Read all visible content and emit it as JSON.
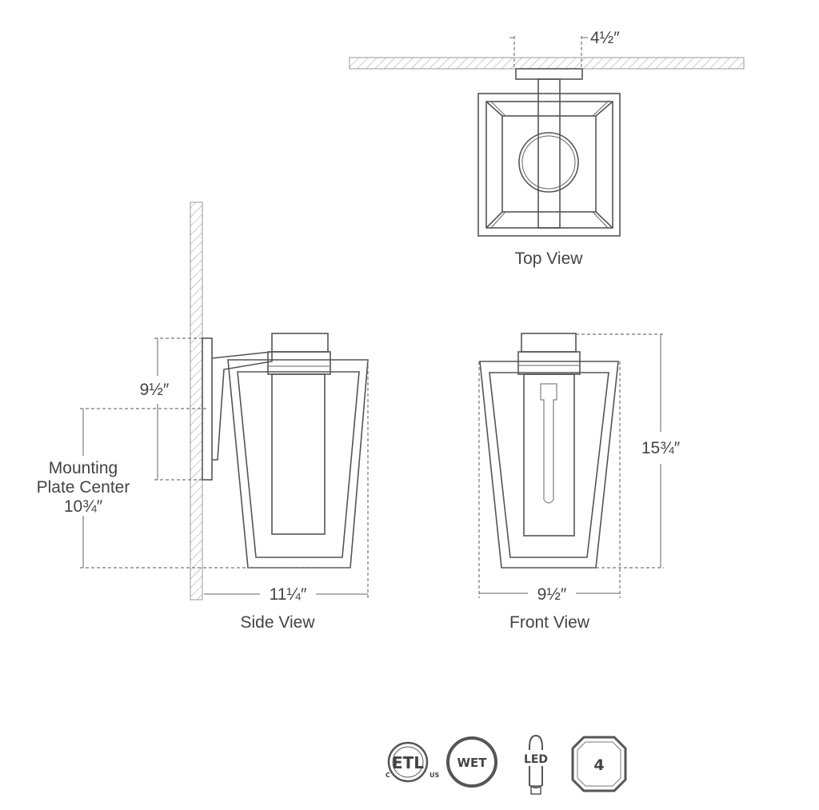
{
  "views": {
    "top": {
      "title": "Top View",
      "dim_width": "4½″"
    },
    "side": {
      "title": "Side View",
      "dim_backplate": "9½″",
      "mounting_label_1": "Mounting",
      "mounting_label_2": "Plate Center",
      "mounting_value": "10¾″",
      "dim_extension": "11¼″"
    },
    "front": {
      "title": "Front View",
      "dim_height": "15¾″",
      "dim_width": "9½″"
    }
  },
  "badges": {
    "etl": {
      "text": "ETL",
      "left": "C",
      "right": "US"
    },
    "wet": "WET",
    "led": "LED",
    "box": "4"
  }
}
